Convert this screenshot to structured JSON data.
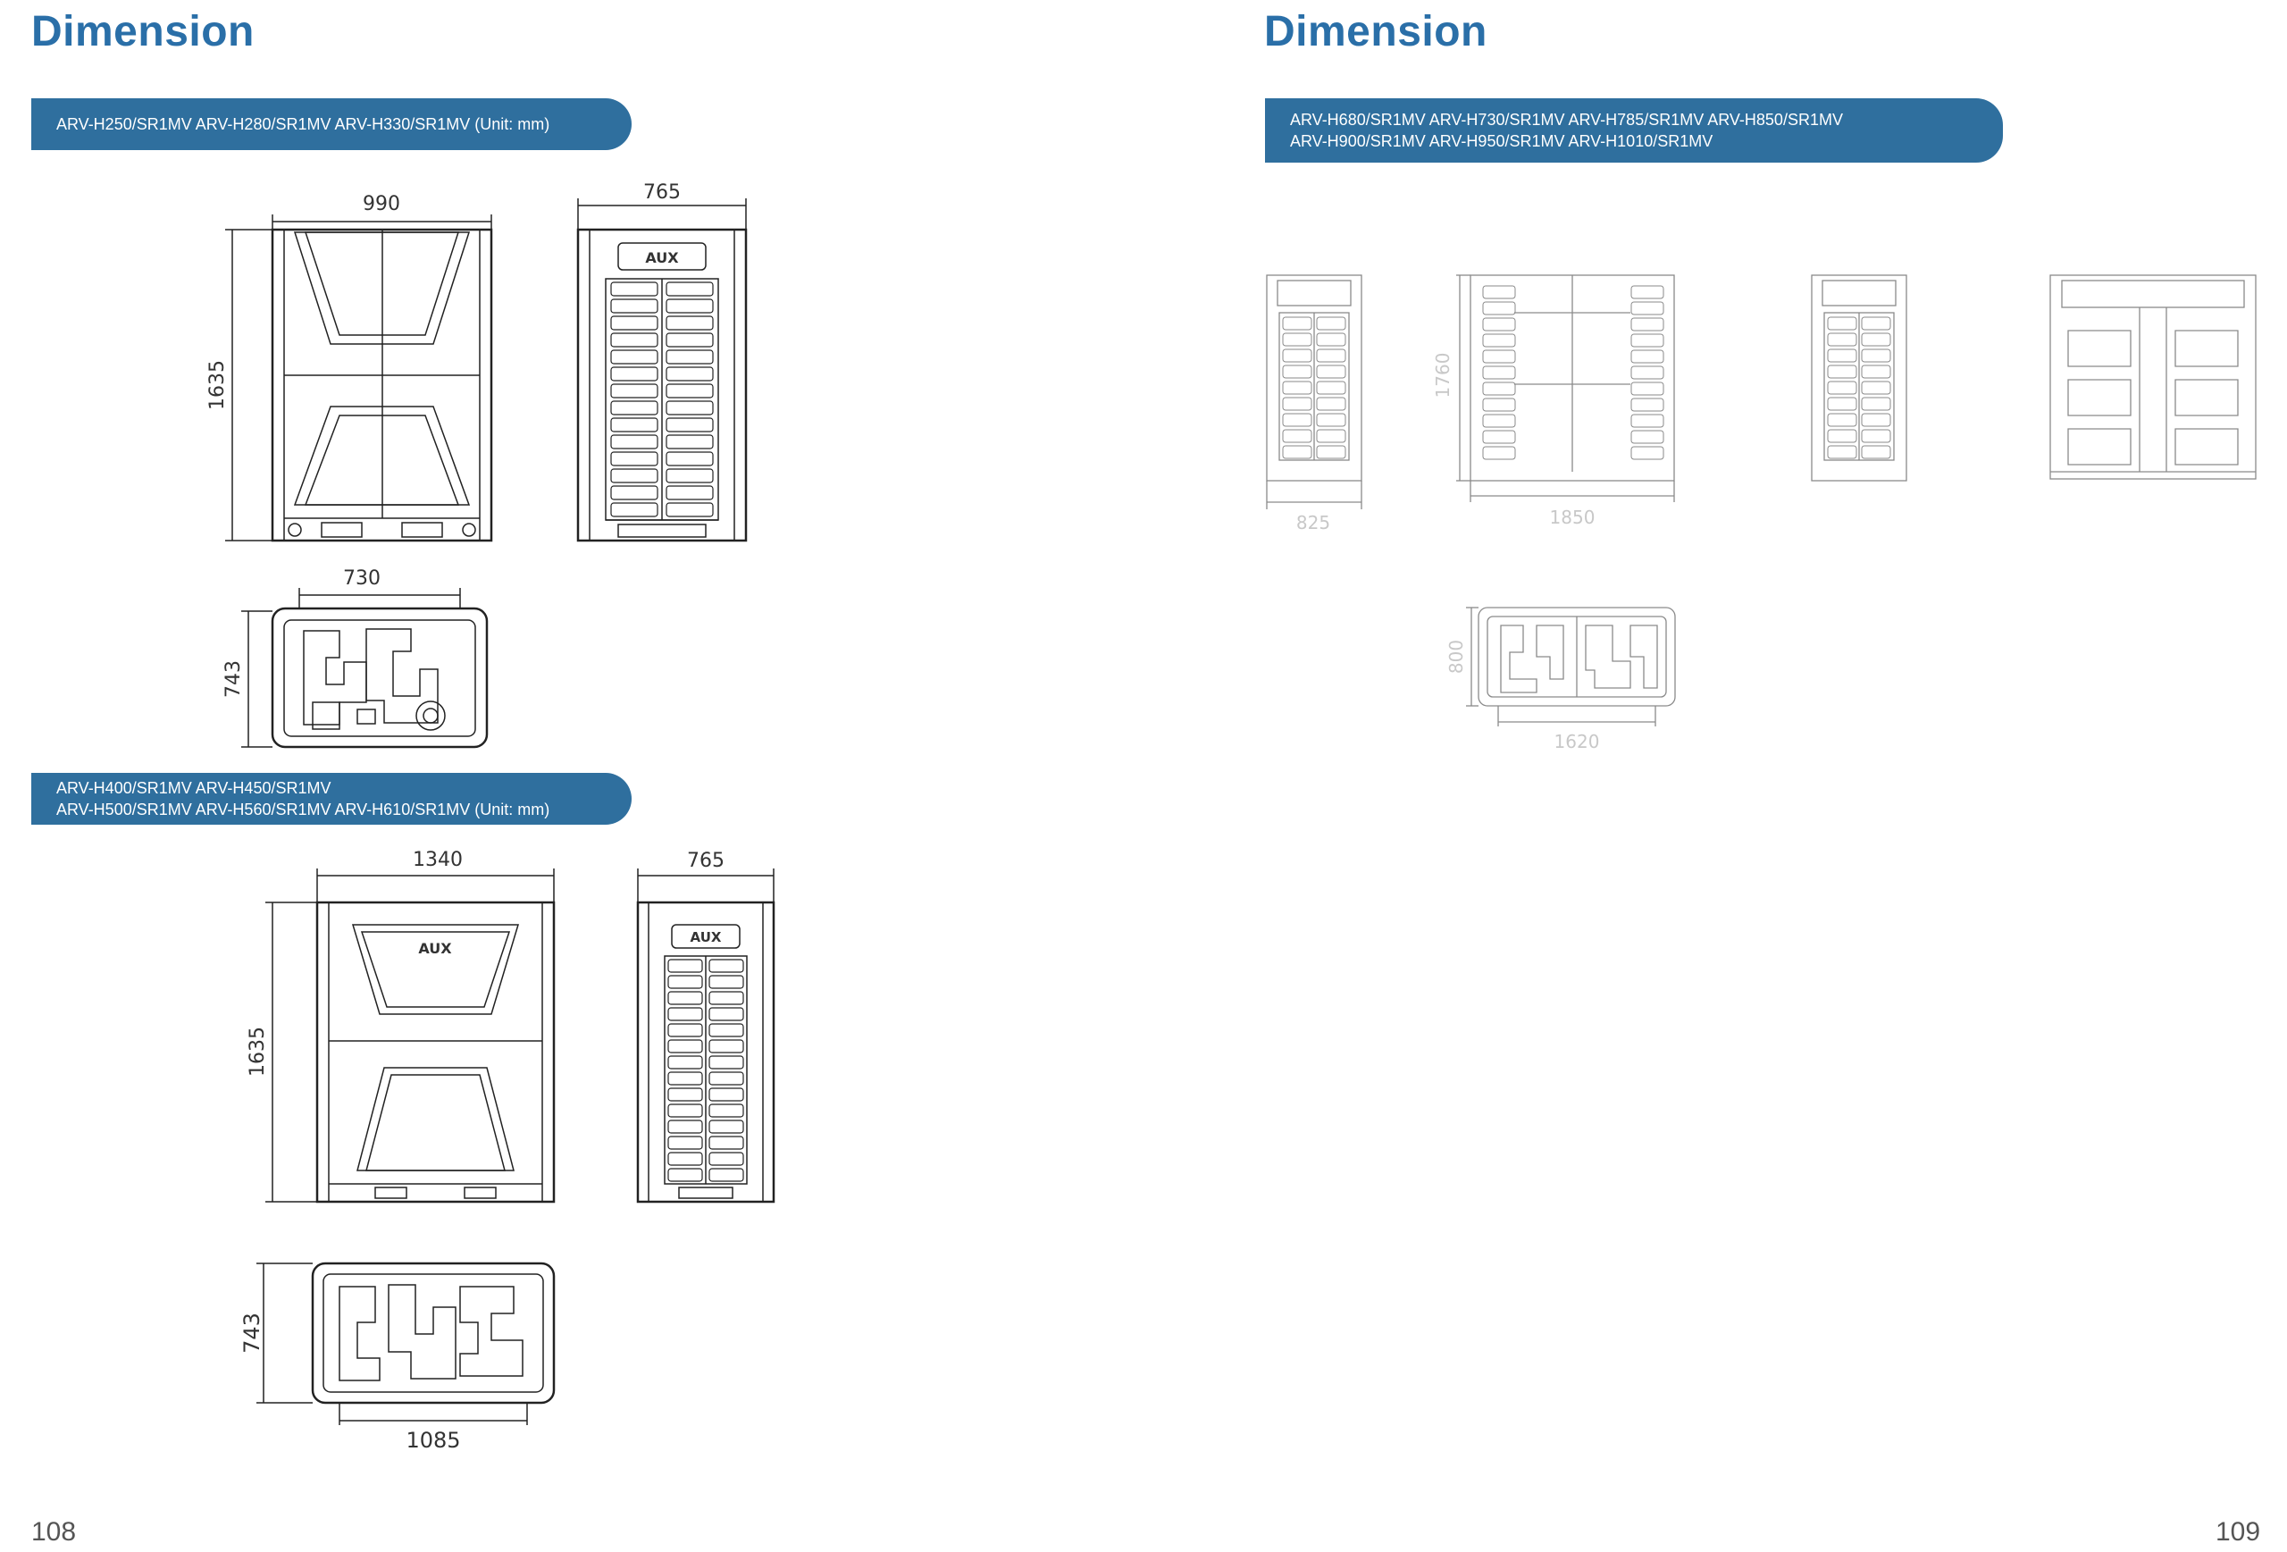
{
  "left": {
    "title": "Dimension",
    "band1": {
      "line1": "ARV-H250/SR1MV  ARV-H280/SR1MV  ARV-H330/SR1MV (Unit: mm)"
    },
    "drawing1": {
      "front_width": "990",
      "front_height": "1635",
      "side_width": "765",
      "logo": "AUX",
      "top_width": "730",
      "top_depth": "743"
    },
    "band2": {
      "line1": "ARV-H400/SR1MV  ARV-H450/SR1MV",
      "line2": "ARV-H500/SR1MV  ARV-H560/SR1MV  ARV-H610/SR1MV (Unit: mm)"
    },
    "drawing2": {
      "front_width": "1340",
      "front_height": "1635",
      "side_width": "765",
      "logo": "AUX",
      "top_depth": "743",
      "top_width": "1085"
    },
    "page_number": "108"
  },
  "right": {
    "title": "Dimension",
    "band": {
      "line1": "ARV-H680/SR1MV ARV-H730/SR1MV ARV-H785/SR1MV ARV-H850/SR1MV",
      "line2": "ARV-H900/SR1MV ARV-H950/SR1MV ARV-H1010/SR1MV"
    },
    "drawing": {
      "side_width": "825",
      "front_height": "1760",
      "front_width": "1850",
      "top_depth": "800",
      "top_width": "1620"
    },
    "page_number": "109"
  }
}
